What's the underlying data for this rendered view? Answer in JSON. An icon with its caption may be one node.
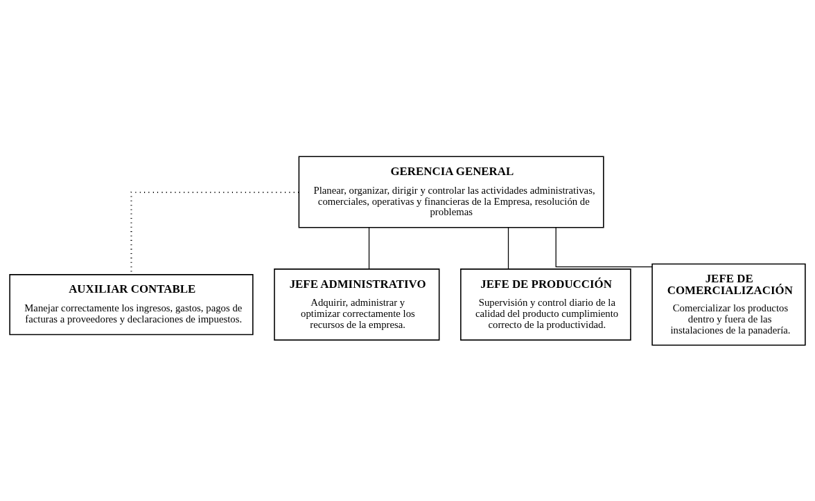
{
  "diagram": {
    "nodes": [
      {
        "text": [
          "GERENCIA GENERAL",
          "Planear, organizar, dirigir y controlar las actividades administrativas, comerciales, operativas y financieras de la Empresa, resolución de problemas"
        ]
      },
      {
        "text": [
          "AUXILIAR CONTABLE",
          "Manejar correctamente los ingresos, gastos, pagos de facturas a proveedores y declaraciones de impuestos."
        ]
      },
      {
        "text": [
          "JEFE ADMINISTRATIVO",
          "Adquirir, administrar y optimizar correctamente los recursos de la empresa."
        ]
      },
      {
        "text": [
          "JEFE DE PRODUCCIÓN",
          "Supervisión y control diario de la calidad del producto cumplimiento correcto de la productividad."
        ]
      },
      {
        "text": [
          "JEFE DE COMERCIALIZACIÓN",
          "Comercializar los productos dentro y fuera de las instalaciones de la panadería."
        ]
      }
    ],
    "edges": [
      {
        "from": 0,
        "to": 1,
        "arrow": "none",
        "style": "dashed"
      },
      {
        "from": 0,
        "to": 2,
        "arrow": "none"
      },
      {
        "from": 0,
        "to": 3,
        "arrow": "none"
      },
      {
        "from": 0,
        "to": 4,
        "arrow": "none"
      }
    ]
  }
}
